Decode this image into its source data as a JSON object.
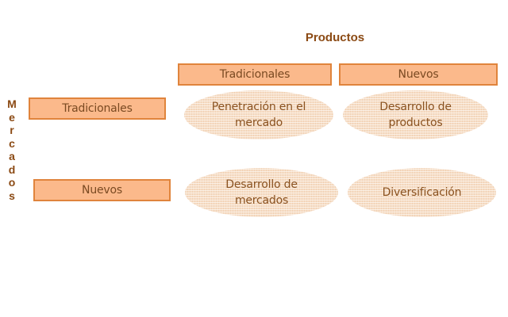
{
  "diagram": {
    "columns_title": "Productos",
    "rows_title_letters": [
      "M",
      "e",
      "r",
      "c",
      "a",
      "d",
      "o",
      "s"
    ],
    "rows_title": "Mercados",
    "column_headers": [
      {
        "label": "Tradicionales"
      },
      {
        "label": "Nuevos"
      }
    ],
    "row_headers": [
      {
        "label": "Tradicionales"
      },
      {
        "label": "Nuevos"
      }
    ],
    "cells": [
      {
        "row": 0,
        "col": 0,
        "line1": "Penetración en el",
        "line2": "mercado"
      },
      {
        "row": 0,
        "col": 1,
        "line1": "Desarrollo de",
        "line2": "productos"
      },
      {
        "row": 1,
        "col": 0,
        "line1": "Desarrollo de",
        "line2": "mercados"
      },
      {
        "row": 1,
        "col": 1,
        "line1": "Diversificación",
        "line2": ""
      }
    ],
    "colors": {
      "title": "#8b4a14",
      "box_fill": "#fbb98b",
      "box_border": "#e0843c",
      "ellipse_fill": "#f6ddc6",
      "cell_text": "#8a5220"
    }
  }
}
